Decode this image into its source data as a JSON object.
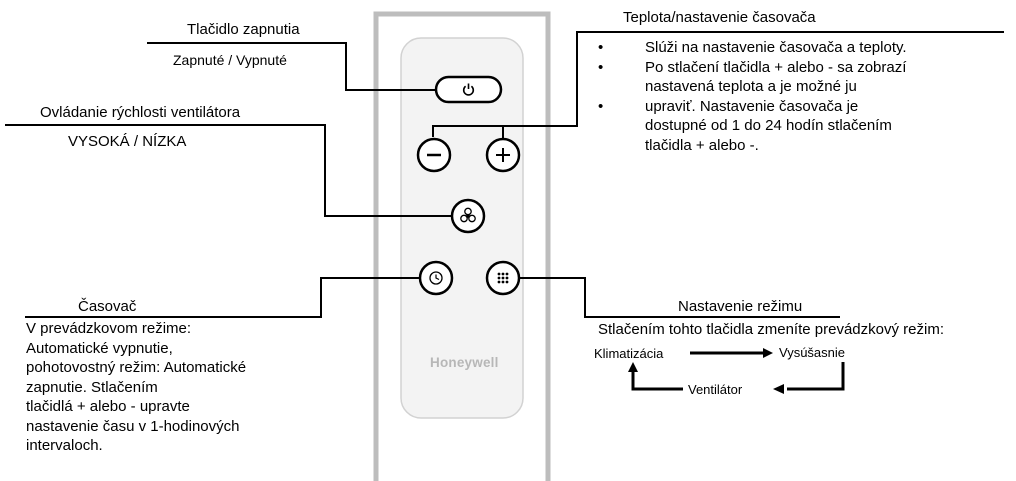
{
  "remote": {
    "brand": "Honeywell"
  },
  "power": {
    "title": "Tlačidlo zapnutia",
    "subtitle": "Zapnuté / Vypnuté"
  },
  "fan": {
    "title": "Ovládanie rýchlosti ventilátora",
    "subtitle": "VYSOKÁ / NÍZKA"
  },
  "temp_timer": {
    "title": "Teplota/nastavenie časovača",
    "bullet_symbol": "•",
    "bullets": [
      [
        "Slúži na nastavenie časovača a teploty."
      ],
      [
        "Po stlačení tlačidla + alebo - sa zobrazí",
        "nastavená teplota a je možné ju",
        "upraviť. Nastavenie časovača je",
        "dostupné od 1 do 24 hodín stlačením",
        "tlačidla + alebo -."
      ]
    ]
  },
  "timer": {
    "title": "Časovač",
    "lines": [
      "V prevádzkovom režime:",
      "Automatické vypnutie,",
      "pohotovostný režim: Automatické",
      "zapnutie. Stlačením",
      "tlačidlá + alebo - upravte",
      "nastavenie času v 1-hodinových",
      "intervaloch."
    ]
  },
  "mode": {
    "title": "Nastavenie režimu",
    "subtitle": "Stlačením tohto tlačidla zmeníte prevádzkový režim:",
    "cycle": {
      "cooling": "Klimatizácia",
      "drying": "Vysúšasnie",
      "fan": "Ventilátor"
    }
  }
}
